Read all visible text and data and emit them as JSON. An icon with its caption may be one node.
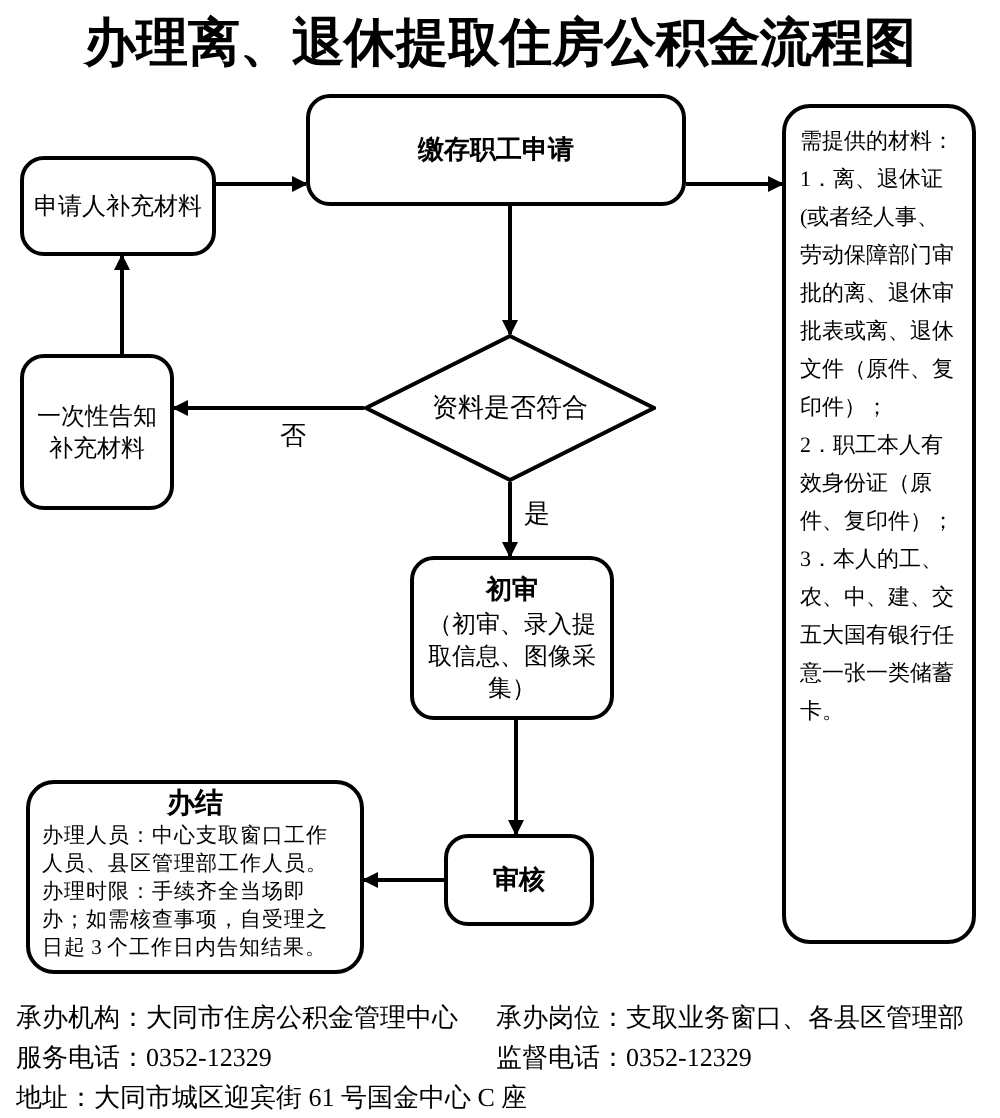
{
  "diagram": {
    "title": "办理离、退休提取住房公积金流程图",
    "nodes": [
      {
        "text": [
          "缴存职工申请"
        ]
      },
      {
        "text": [
          "需提供的材料：",
          "1．离、退休证(或者经人事、劳动保障部门审批的离、退休审批表或离、退休文件（原件、复印件）；",
          "2．职工本人有效身份证（原件、复印件）；",
          "3．本人的工、农、中、建、交五大国有银行任意一张一类储蓄卡。"
        ]
      },
      {
        "text": [
          "申请人补充材料"
        ]
      },
      {
        "text": [
          "资料是否符合"
        ]
      },
      {
        "text": [
          "一次性告知补充材料"
        ]
      },
      {
        "text": [
          "初审",
          "（初审、录入提取信息、图像采集）"
        ]
      },
      {
        "text": [
          "审核"
        ]
      },
      {
        "text": [
          "办结",
          "办理人员：中心支取窗口工作人员、县区管理部工作人员。",
          "办理时限：手续齐全当场即办；如需核查事项，自受理之日起 3 个工作日内告知结果。"
        ]
      }
    ],
    "edges": [
      {
        "from": 0,
        "to": 1,
        "arrow": "to"
      },
      {
        "from": 2,
        "to": 0,
        "arrow": "to"
      },
      {
        "from": 0,
        "to": 3,
        "arrow": "to"
      },
      {
        "from": 3,
        "to": 4,
        "arrow": "to",
        "label": "否"
      },
      {
        "from": 4,
        "to": 2,
        "arrow": "to"
      },
      {
        "from": 3,
        "to": 5,
        "arrow": "to",
        "label": "是"
      },
      {
        "from": 5,
        "to": 6,
        "arrow": "to"
      },
      {
        "from": 6,
        "to": 7,
        "arrow": "to"
      }
    ],
    "labels": [
      "承办机构：大同市住房公积金管理中心",
      "承办岗位：支取业务窗口、各县区管理部",
      "服务电话：0352-12329",
      "监督电话：0352-12329",
      "地址：大同市城区迎宾街 61 号国金中心 C 座"
    ]
  }
}
